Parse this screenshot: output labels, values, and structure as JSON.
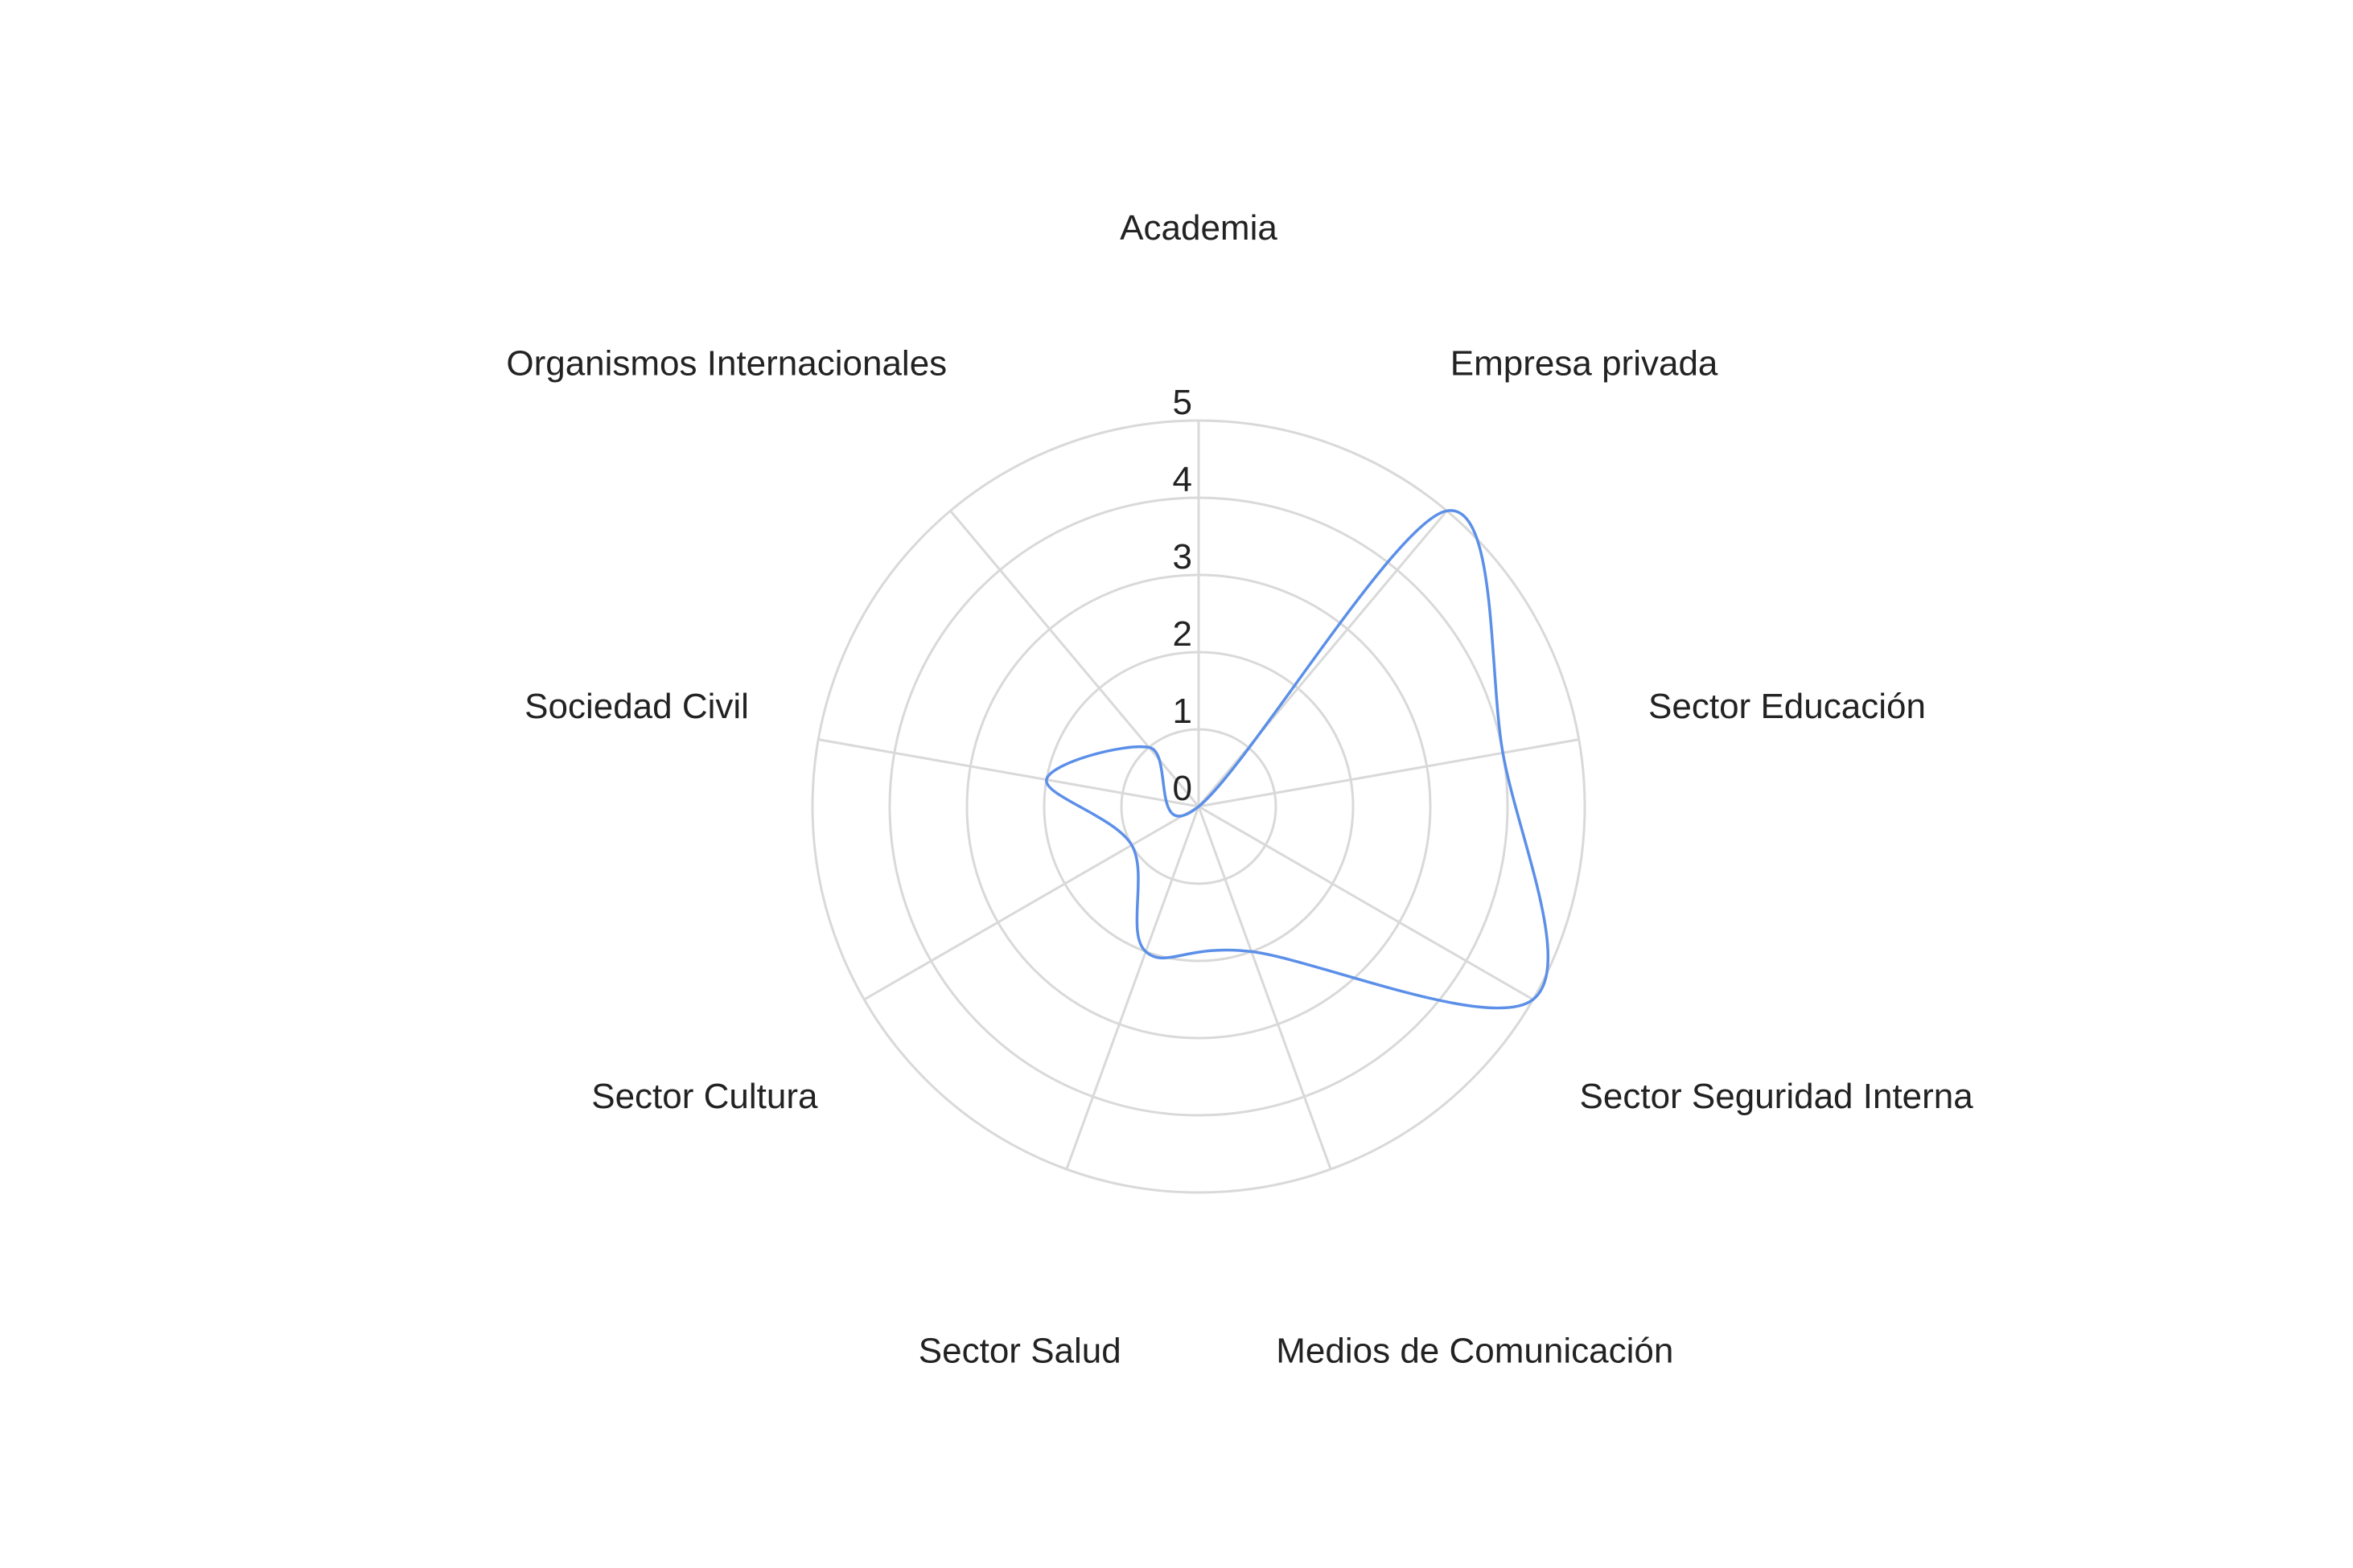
{
  "chart_data": {
    "type": "radar",
    "title": "",
    "categories": [
      "Academia",
      "Empresa privada",
      "Sector Educación",
      "Sector Seguridad Interna",
      "Medios de Comunicación",
      "Sector Salud",
      "Sector Cultura",
      "Sociedad Civil",
      "Organismos Internacionales"
    ],
    "series": [
      {
        "values": [
          0,
          5,
          4,
          5,
          2,
          2,
          1,
          2,
          1
        ],
        "color": "#5b8fe8"
      }
    ],
    "rlim": [
      0,
      5
    ],
    "ticks": [
      "0",
      "1",
      "2",
      "3",
      "4",
      "5"
    ],
    "grid": true,
    "legend": "none",
    "curved": true
  }
}
